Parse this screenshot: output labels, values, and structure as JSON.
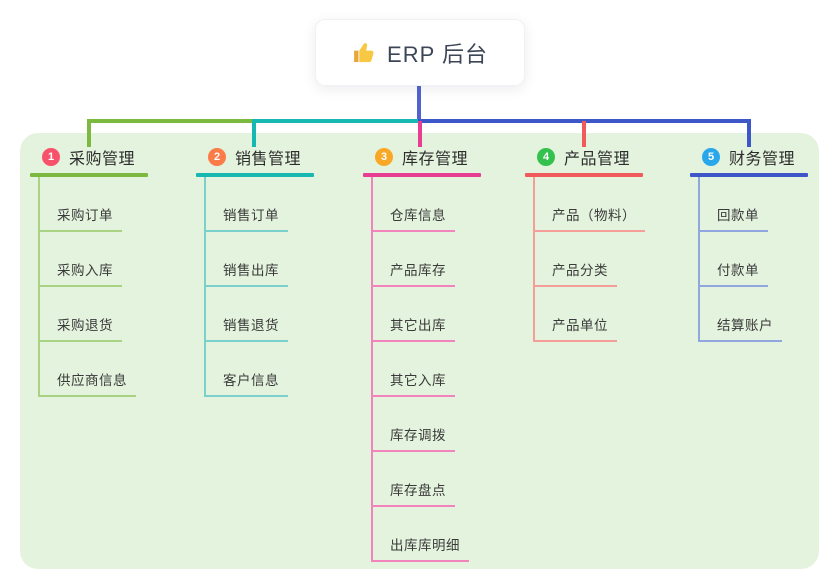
{
  "root": {
    "icon": "thumbs-up-icon",
    "label": "ERP 后台",
    "connector_color": "#5263cf",
    "text_color": "#3d4656"
  },
  "canvas": {
    "background_color": "#e4f3dd"
  },
  "branches": [
    {
      "index": "1",
      "label": "采购管理",
      "badge_color": "#f8516b",
      "line_color": "#7cba3f",
      "light_line_color": "#a9d382",
      "children": [
        "采购订单",
        "采购入库",
        "采购退货",
        "供应商信息"
      ]
    },
    {
      "index": "2",
      "label": "销售管理",
      "badge_color": "#fb7b49",
      "line_color": "#17b8b2",
      "light_line_color": "#7ad0cb",
      "children": [
        "销售订单",
        "销售出库",
        "销售退货",
        "客户信息"
      ]
    },
    {
      "index": "3",
      "label": "库存管理",
      "badge_color": "#f9a825",
      "line_color": "#e83e92",
      "light_line_color": "#f383bc",
      "children": [
        "仓库信息",
        "产品库存",
        "其它出库",
        "其它入库",
        "库存调拨",
        "库存盘点",
        "出库库明细"
      ]
    },
    {
      "index": "4",
      "label": "产品管理",
      "badge_color": "#35c14e",
      "line_color": "#f05a5a",
      "light_line_color": "#f59d99",
      "children": [
        "产品（物料）",
        "产品分类",
        "产品单位"
      ]
    },
    {
      "index": "5",
      "label": "财务管理",
      "badge_color": "#2aa7ea",
      "line_color": "#3e57c8",
      "light_line_color": "#8fa6df",
      "children": [
        "回款单",
        "付款单",
        "结算账户"
      ]
    }
  ]
}
